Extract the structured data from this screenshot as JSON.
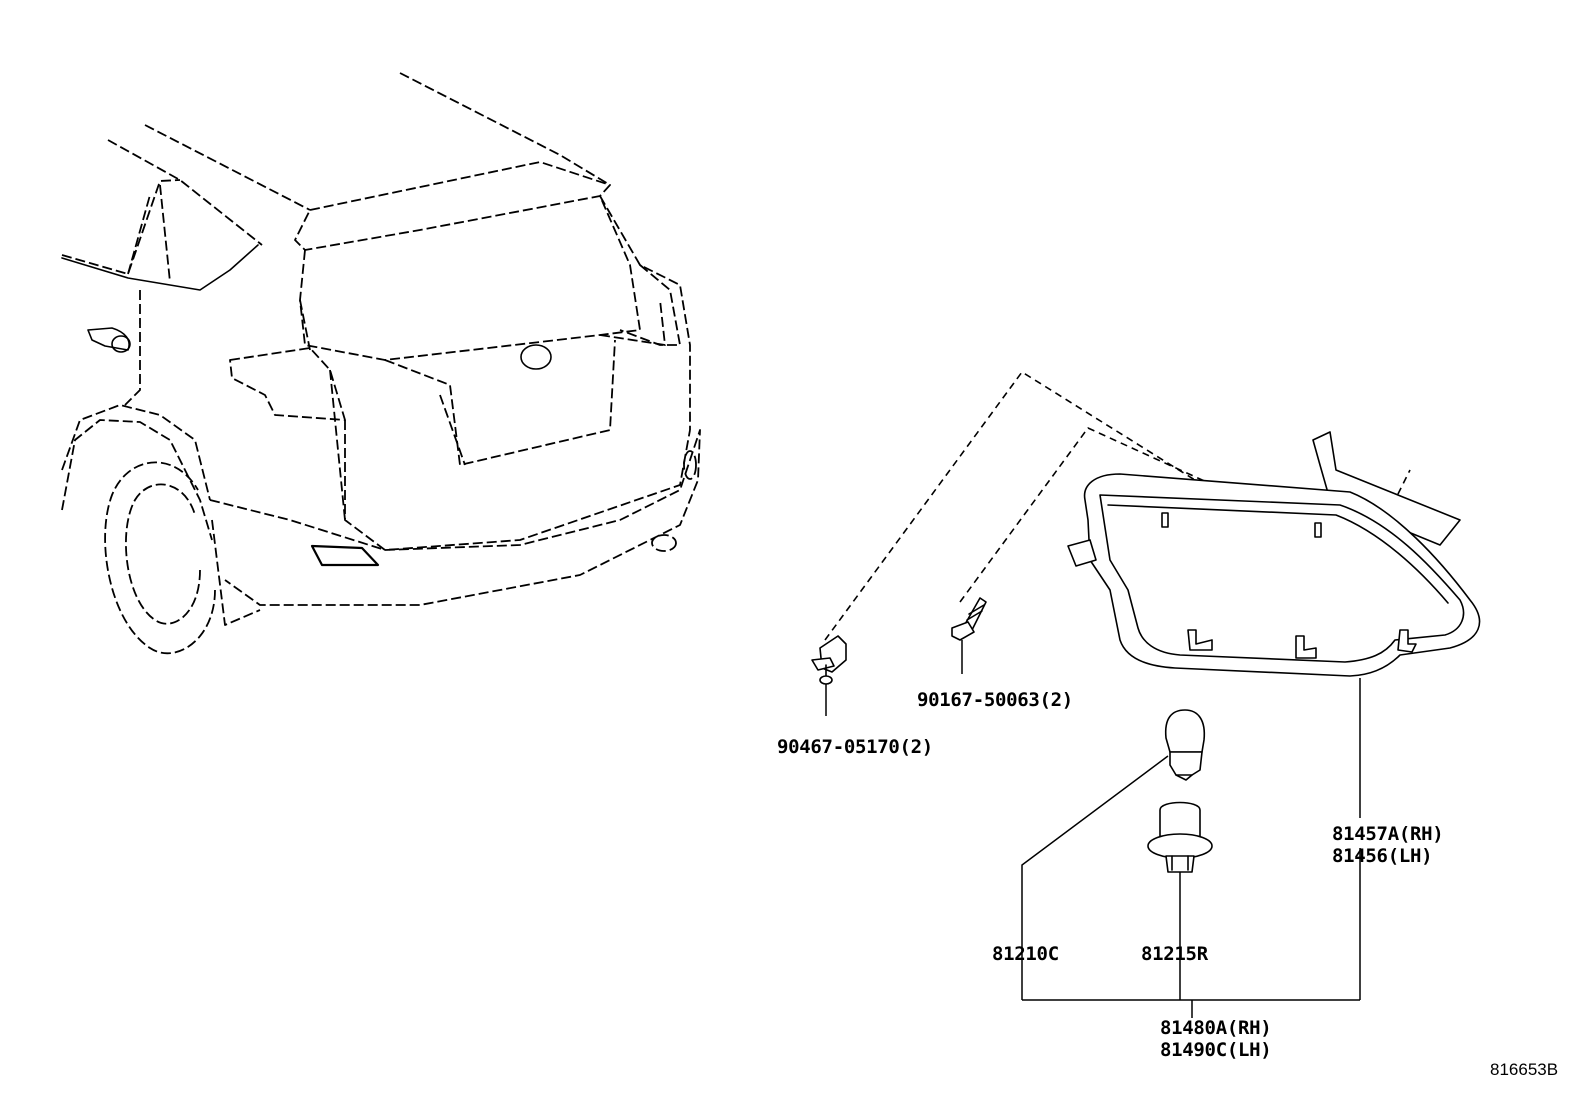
{
  "diagram_ref": "816653B",
  "parts": [
    {
      "id": "grommet",
      "label": "90467-05170(2)"
    },
    {
      "id": "screw",
      "label": "90167-50063(2)"
    },
    {
      "id": "lamp-lens-housing",
      "label_rh": "81457A(RH)",
      "label_lh": "81456(LH)"
    },
    {
      "id": "bulb",
      "label": "81210C"
    },
    {
      "id": "socket",
      "label": "81215R"
    },
    {
      "id": "lamp-assembly",
      "label_rh": "81480A(RH)",
      "label_lh": "81490C(LH)"
    }
  ]
}
